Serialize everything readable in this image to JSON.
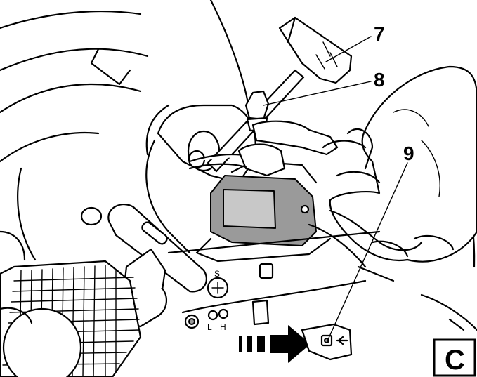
{
  "callouts": {
    "c7": "7",
    "c8": "8",
    "c9": "9"
  },
  "markings": {
    "s": "S",
    "l": "L",
    "h": "H"
  },
  "panel_label": "C"
}
